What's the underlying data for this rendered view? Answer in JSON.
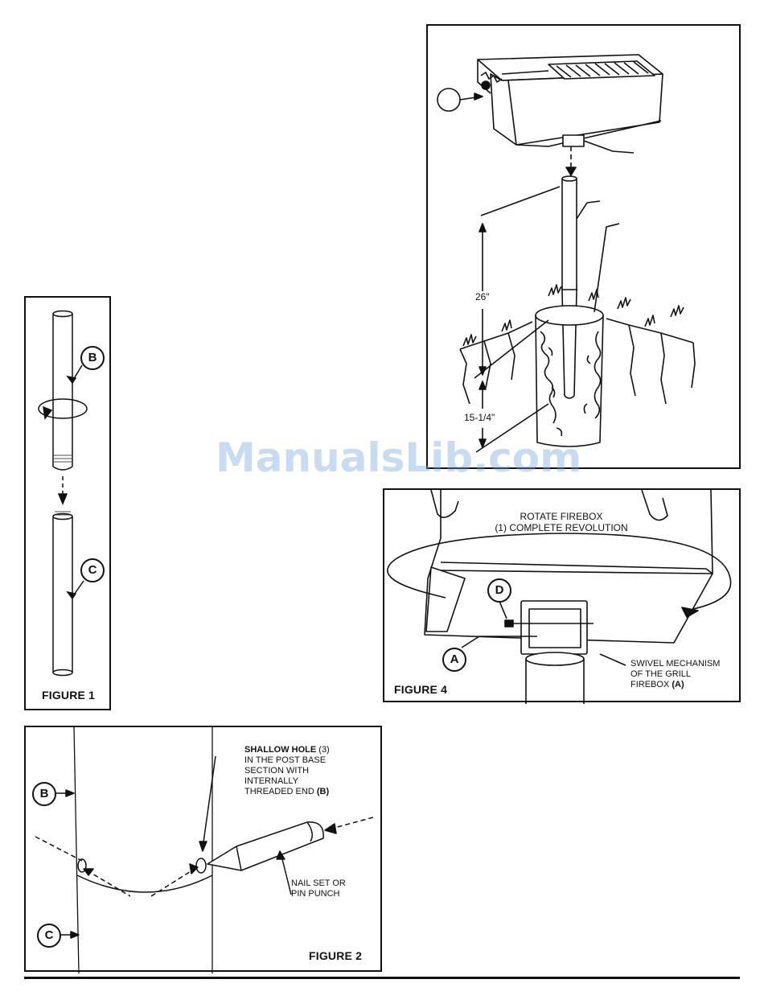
{
  "figure1": {
    "label": "FIGURE 1",
    "callout_top": "B",
    "callout_bottom": "C"
  },
  "figure2": {
    "label": "FIGURE 2",
    "callout_top": "B",
    "callout_bottom": "C",
    "hole_note_bold": "SHALLOW HOLE",
    "hole_note_count": "(3)",
    "hole_note_line2": "IN THE POST BASE",
    "hole_note_line3": "SECTION WITH",
    "hole_note_line4": "INTERNALLY",
    "hole_note_line5": "THREADED END",
    "hole_note_ref": "(B)",
    "tool_note_line1": "NAIL SET OR",
    "tool_note_line2": "PIN PUNCH"
  },
  "figure3": {
    "dim_above": "26\"",
    "dim_below": "15-1/4\""
  },
  "figure4": {
    "label": "FIGURE 4",
    "rotate_line1": "ROTATE FIREBOX",
    "rotate_line2": "(1) COMPLETE REVOLUTION",
    "callout_a": "A",
    "callout_d": "D",
    "swivel_line1": "SWIVEL MECHANISM",
    "swivel_line2": "OF THE GRILL",
    "swivel_line3": "FIREBOX",
    "swivel_ref": "(A)"
  },
  "watermark": "ManualsLib.com"
}
